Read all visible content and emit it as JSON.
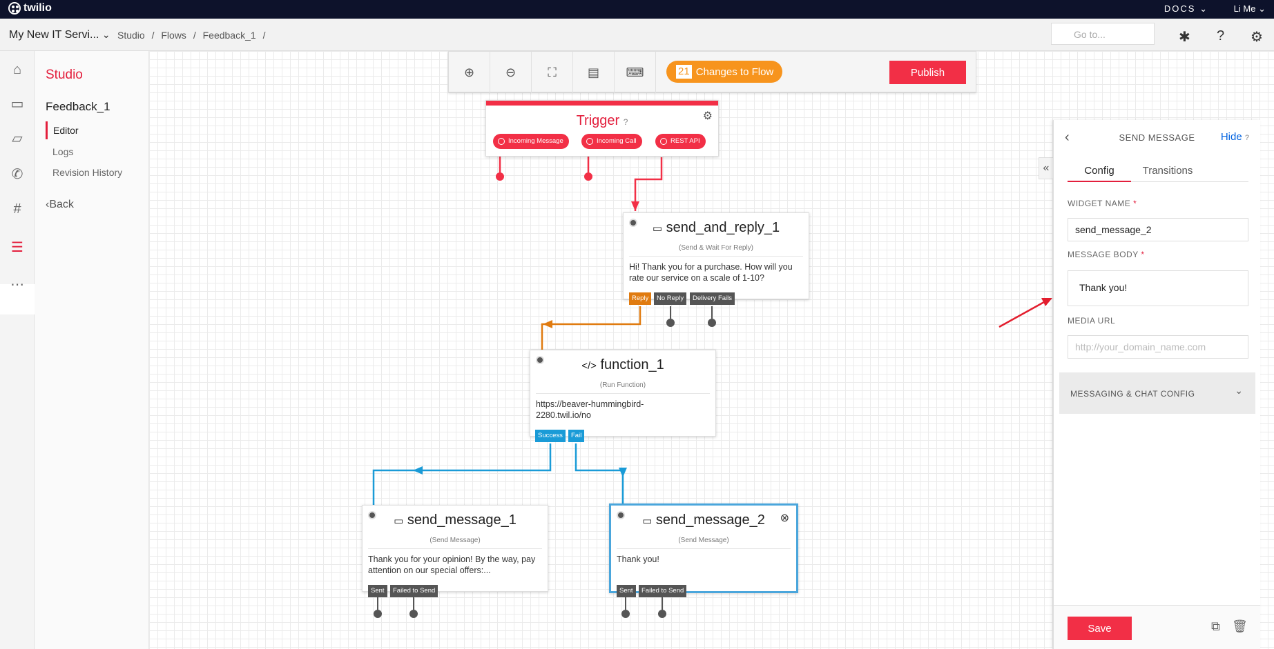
{
  "topbar": {
    "logo": "twilio",
    "docs": "DOCS",
    "user": "Li Me"
  },
  "navbar": {
    "project": "My New IT Servi...",
    "breadcrumbs": [
      "Studio",
      "/",
      "Flows",
      "/",
      "Feedback_1",
      "/"
    ],
    "goto_placeholder": "Go to..."
  },
  "sidemenu": {
    "title": "Studio",
    "flow": "Feedback_1",
    "items": [
      {
        "label": "Editor"
      },
      {
        "label": "Logs"
      },
      {
        "label": "Revision History"
      }
    ],
    "back": "Back"
  },
  "toolbar": {
    "changes_count": "21",
    "changes_label": "Changes to Flow",
    "publish": "Publish"
  },
  "trigger": {
    "title": "Trigger",
    "ports": [
      "Incoming Message",
      "Incoming Call",
      "REST API"
    ]
  },
  "widgets": {
    "send_and_reply_1": {
      "title": "send_and_reply_1",
      "subtitle": "(Send & Wait For Reply)",
      "body": "Hi! Thank you for a purchase. How will you rate our service on a scale of 1-10?",
      "ports": [
        "Reply",
        "No Reply",
        "Delivery Fails"
      ]
    },
    "function_1": {
      "title": "function_1",
      "subtitle": "(Run Function)",
      "body": "https://beaver-hummingbird-2280.twil.io/no",
      "ports": [
        "Success",
        "Fail"
      ]
    },
    "send_message_1": {
      "title": "send_message_1",
      "subtitle": "(Send Message)",
      "body": "Thank you for your opinion! By the way, pay attention on our special offers:...",
      "ports": [
        "Sent",
        "Failed to Send"
      ]
    },
    "send_message_2": {
      "title": "send_message_2",
      "subtitle": "(Send Message)",
      "body": "Thank you!",
      "ports": [
        "Sent",
        "Failed to Send"
      ]
    }
  },
  "panel": {
    "title": "SEND MESSAGE",
    "hide": "Hide",
    "tabs": [
      "Config",
      "Transitions"
    ],
    "widget_name_label": "WIDGET NAME",
    "widget_name_value": "send_message_2",
    "message_body_label": "MESSAGE BODY",
    "message_body_value": "Thank you!",
    "media_url_label": "MEDIA URL",
    "media_url_placeholder": "http://your_domain_name.com",
    "accordion": "MESSAGING & CHAT CONFIG",
    "save": "Save",
    "required_mark": "*"
  },
  "colors": {
    "brand_red": "#f22f46",
    "nav_dark": "#0d122b",
    "orange": "#e07b10",
    "blue": "#1a9bd7",
    "port_gray": "#555555"
  }
}
